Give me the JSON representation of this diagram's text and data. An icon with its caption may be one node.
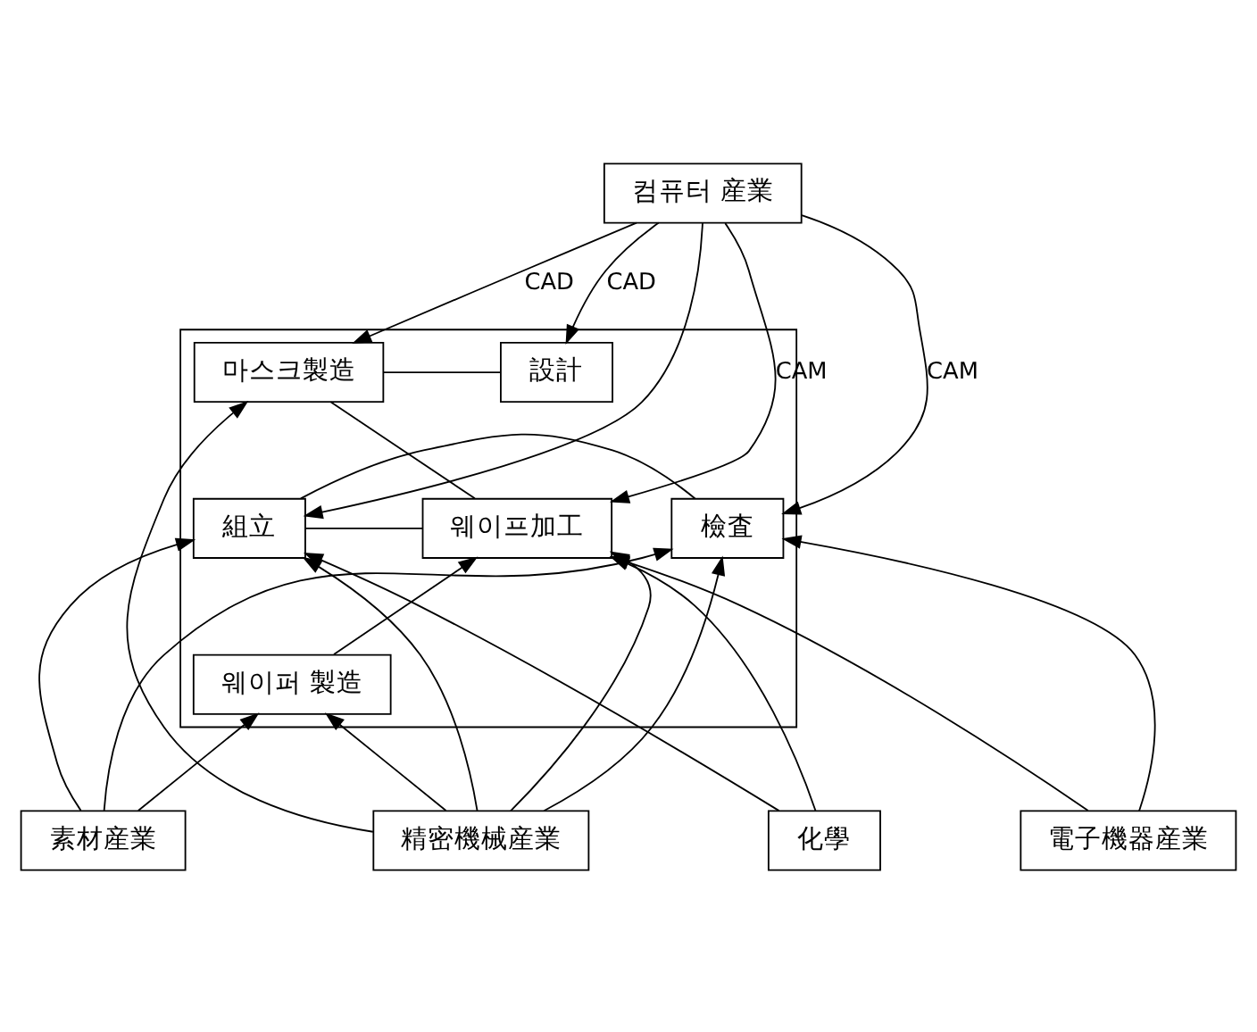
{
  "diagram": {
    "nodes": [
      {
        "text": [
          "컴퓨터 産業"
        ]
      },
      {
        "text": [],
        "shape": "box"
      },
      {
        "text": [
          "設計"
        ],
        "in": 1
      },
      {
        "text": [
          "마스크製造"
        ],
        "in": 1
      },
      {
        "text": [
          "웨이프加工"
        ],
        "in": 1
      },
      {
        "text": [
          "組立"
        ],
        "in": 1
      },
      {
        "text": [
          "檢査"
        ],
        "in": 1
      },
      {
        "text": [
          "웨이퍼 製造"
        ],
        "in": 1
      },
      {
        "text": [
          "素材産業"
        ]
      },
      {
        "text": [
          "精密機械産業"
        ]
      },
      {
        "text": [
          "化學"
        ]
      },
      {
        "text": [
          "電子機器産業"
        ]
      }
    ],
    "edges": [
      {
        "from": 0,
        "to": 2,
        "arrow": "to",
        "label": "CAD"
      },
      {
        "from": 0,
        "to": 3,
        "arrow": "to",
        "label": "CAD"
      },
      {
        "from": 0,
        "to": 4,
        "arrow": "to",
        "label": "CAM"
      },
      {
        "from": 0,
        "to": 5,
        "arrow": "to"
      },
      {
        "from": 0,
        "to": 6,
        "arrow": "to",
        "label": "CAM"
      },
      {
        "from": 2,
        "to": 3,
        "arrow": "none"
      },
      {
        "from": 3,
        "to": 4,
        "arrow": "none"
      },
      {
        "from": 4,
        "to": 5,
        "arrow": "none"
      },
      {
        "from": 5,
        "to": 6,
        "arrow": "none"
      },
      {
        "from": 7,
        "to": 4,
        "arrow": "to"
      },
      {
        "from": 8,
        "to": 7,
        "arrow": "to"
      },
      {
        "from": 8,
        "to": 5,
        "arrow": "to"
      },
      {
        "from": 8,
        "to": 6,
        "arrow": "to"
      },
      {
        "from": 9,
        "to": 3,
        "arrow": "to"
      },
      {
        "from": 9,
        "to": 7,
        "arrow": "to"
      },
      {
        "from": 9,
        "to": 4,
        "arrow": "to"
      },
      {
        "from": 9,
        "to": 5,
        "arrow": "to"
      },
      {
        "from": 9,
        "to": 6,
        "arrow": "to"
      },
      {
        "from": 10,
        "to": 4,
        "arrow": "to"
      },
      {
        "from": 10,
        "to": 5,
        "arrow": "to"
      },
      {
        "from": 11,
        "to": 4,
        "arrow": "to"
      },
      {
        "from": 11,
        "to": 6,
        "arrow": "to"
      }
    ]
  }
}
